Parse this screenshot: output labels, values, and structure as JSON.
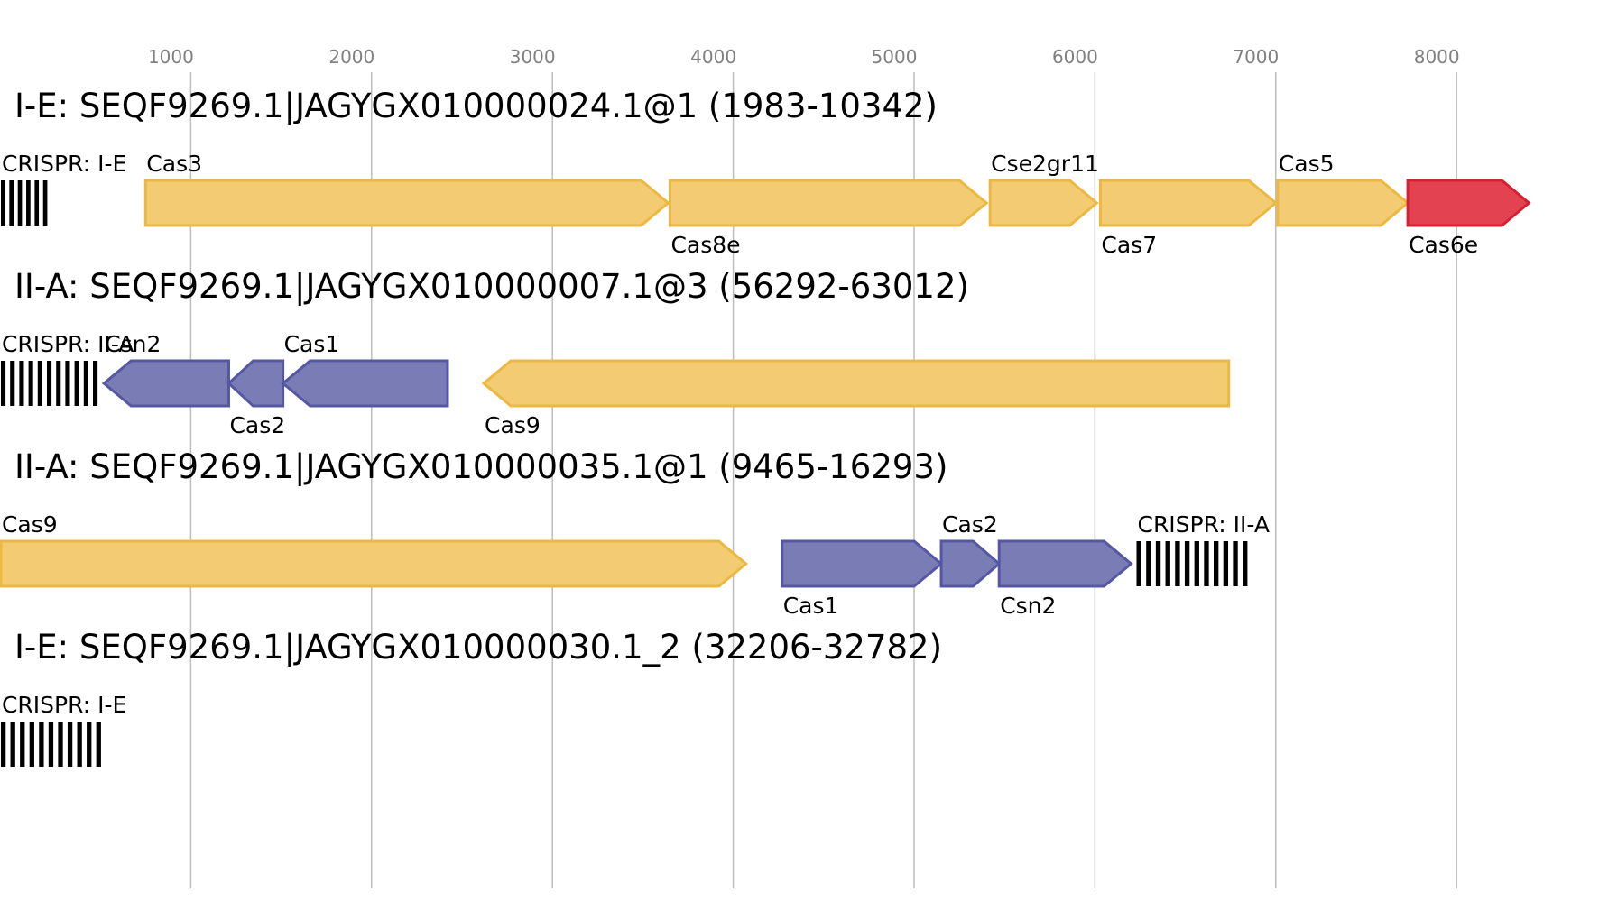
{
  "axis": {
    "ticks": [
      1000,
      2000,
      3000,
      4000,
      5000,
      6000,
      7000,
      8000
    ]
  },
  "colors": {
    "yellow_fill": "#f2cb72",
    "yellow_stroke": "#ebb941",
    "blue_fill": "#7a7db5",
    "blue_stroke": "#5657a3",
    "red_fill": "#e34350",
    "red_stroke": "#d42233",
    "crispr": "#000000"
  },
  "tracks": [
    {
      "title": "I-E: SEQF9269.1|JAGYGX010000024.1@1 (1983-10342)",
      "features": [
        {
          "kind": "crispr",
          "label": "CRISPR: I-E",
          "start": -50,
          "end": 230,
          "bars": 6,
          "label_pos": "above"
        },
        {
          "kind": "gene",
          "label": "Cas3",
          "start": 750,
          "end": 3640,
          "strand": "+",
          "color": "yellow",
          "label_pos": "above"
        },
        {
          "kind": "gene",
          "label": "Cas8e",
          "start": 3650,
          "end": 5400,
          "strand": "+",
          "color": "yellow",
          "label_pos": "below"
        },
        {
          "kind": "gene",
          "label": "Cse2gr11",
          "start": 5420,
          "end": 6010,
          "strand": "+",
          "color": "yellow",
          "label_pos": "above"
        },
        {
          "kind": "gene",
          "label": "Cas7",
          "start": 6030,
          "end": 7000,
          "strand": "+",
          "color": "yellow",
          "label_pos": "below"
        },
        {
          "kind": "gene",
          "label": "Cas5",
          "start": 7010,
          "end": 7730,
          "strand": "+",
          "color": "yellow",
          "label_pos": "above"
        },
        {
          "kind": "gene",
          "label": "Cas6e",
          "start": 7730,
          "end": 8400,
          "strand": "+",
          "color": "red",
          "label_pos": "below"
        }
      ]
    },
    {
      "title": "II-A: SEQF9269.1|JAGYGX010000007.1@3 (56292-63012)",
      "features": [
        {
          "kind": "crispr",
          "label": "CRISPR: II-A",
          "start": -50,
          "end": 510,
          "bars": 11,
          "label_pos": "above"
        },
        {
          "kind": "gene",
          "label": "Csn2",
          "start": 520,
          "end": 1210,
          "strand": "-",
          "color": "blue",
          "label_pos": "above"
        },
        {
          "kind": "gene",
          "label": "Cas2",
          "start": 1210,
          "end": 1510,
          "strand": "-",
          "color": "blue",
          "label_pos": "below"
        },
        {
          "kind": "gene",
          "label": "Cas1",
          "start": 1510,
          "end": 2420,
          "strand": "-",
          "color": "blue",
          "label_pos": "above"
        },
        {
          "kind": "gene",
          "label": "Cas9",
          "start": 2620,
          "end": 6740,
          "strand": "-",
          "color": "yellow",
          "label_pos": "below"
        }
      ]
    },
    {
      "title": "II-A: SEQF9269.1|JAGYGX010000035.1@1 (9465-16293)",
      "features": [
        {
          "kind": "gene",
          "label": "Cas9",
          "start": -50,
          "end": 4070,
          "strand": "+",
          "color": "yellow",
          "label_pos": "above"
        },
        {
          "kind": "gene",
          "label": "Cas1",
          "start": 4270,
          "end": 5150,
          "strand": "+",
          "color": "blue",
          "label_pos": "below"
        },
        {
          "kind": "gene",
          "label": "Cas2",
          "start": 5150,
          "end": 5470,
          "strand": "+",
          "color": "blue",
          "label_pos": "above"
        },
        {
          "kind": "gene",
          "label": "Csn2",
          "start": 5470,
          "end": 6200,
          "strand": "+",
          "color": "blue",
          "label_pos": "below"
        },
        {
          "kind": "crispr",
          "label": "CRISPR: II-A",
          "start": 6230,
          "end": 6870,
          "bars": 12,
          "label_pos": "above"
        }
      ]
    },
    {
      "title": "I-E: SEQF9269.1|JAGYGX010000030.1_2 (32206-32782)",
      "features": [
        {
          "kind": "crispr",
          "label": "CRISPR: I-E",
          "start": -50,
          "end": 530,
          "bars": 11,
          "label_pos": "above"
        }
      ]
    }
  ]
}
